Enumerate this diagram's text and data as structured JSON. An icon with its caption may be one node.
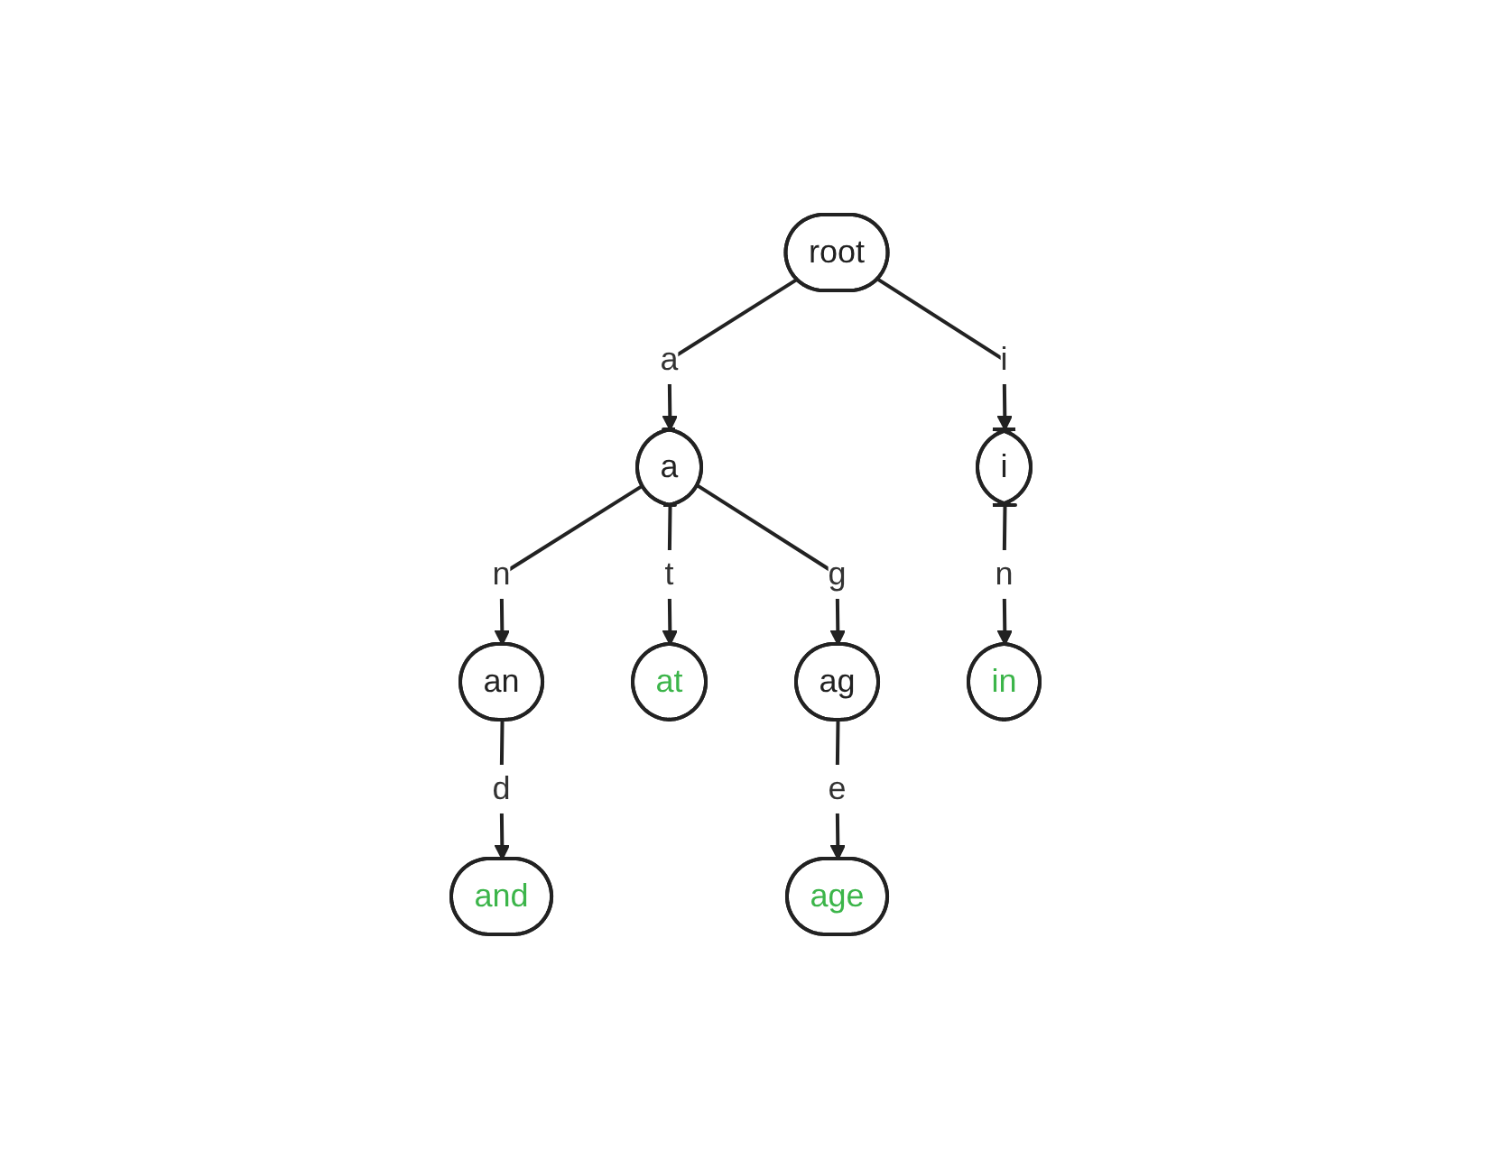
{
  "diagram": {
    "nodes": [
      {
        "text": [
          "root"
        ]
      },
      {
        "text": [
          "a"
        ]
      },
      {
        "text": [
          "i"
        ]
      },
      {
        "text": [
          "an"
        ]
      },
      {
        "text": [
          "at"
        ]
      },
      {
        "text": [
          "ag"
        ]
      },
      {
        "text": [
          "in"
        ]
      },
      {
        "text": [
          "and"
        ]
      },
      {
        "text": [
          "age"
        ]
      }
    ],
    "edges": [
      {
        "from": 0,
        "to": 1,
        "arrow": "to",
        "label": "a"
      },
      {
        "from": 0,
        "to": 2,
        "arrow": "to",
        "label": "i"
      },
      {
        "from": 1,
        "to": 3,
        "arrow": "to",
        "label": "n"
      },
      {
        "from": 1,
        "to": 4,
        "arrow": "to",
        "label": "t"
      },
      {
        "from": 1,
        "to": 5,
        "arrow": "to",
        "label": "g"
      },
      {
        "from": 2,
        "to": 6,
        "arrow": "to",
        "label": "n"
      },
      {
        "from": 3,
        "to": 7,
        "arrow": "to",
        "label": "d"
      },
      {
        "from": 5,
        "to": 8,
        "arrow": "to",
        "label": "e"
      }
    ]
  }
}
